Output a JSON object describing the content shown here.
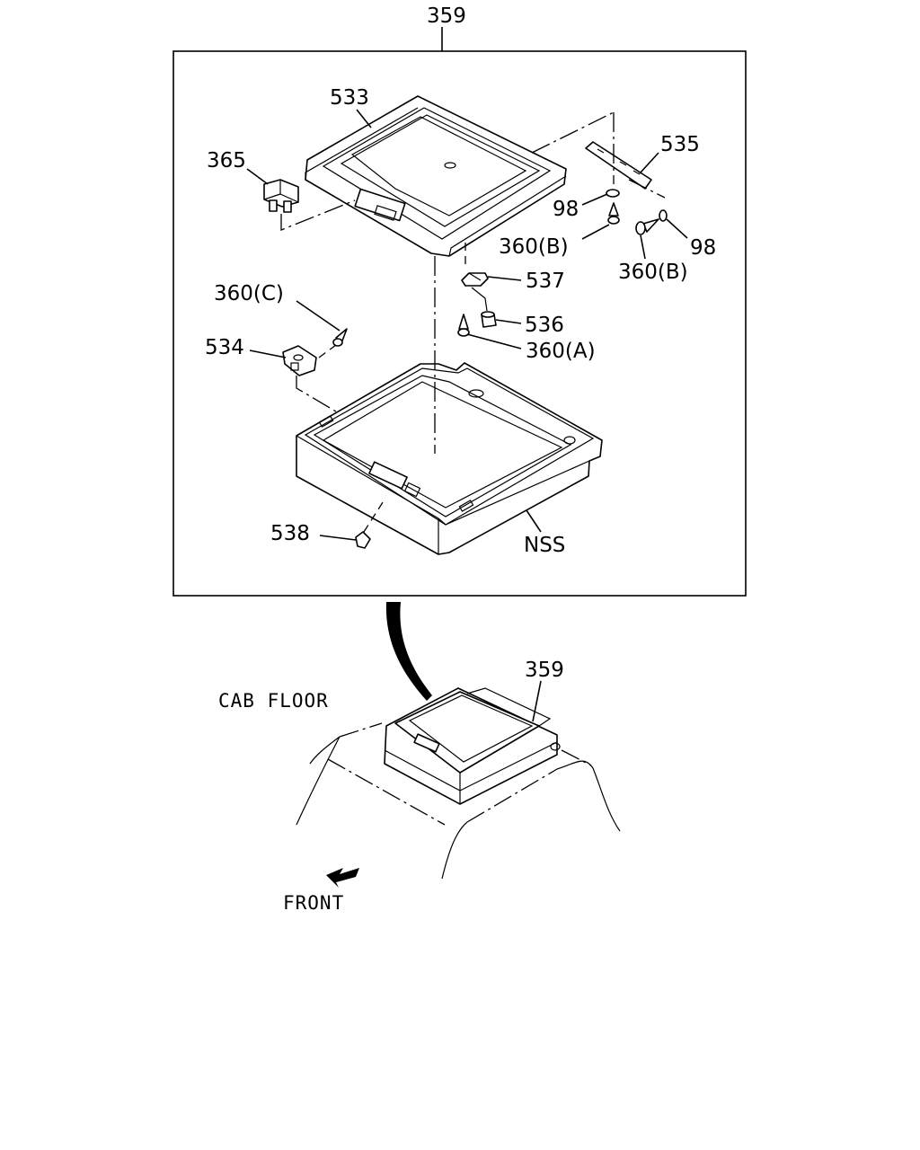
{
  "assembly": {
    "top_callout": "359",
    "labels": {
      "p533": "533",
      "p365": "365",
      "p535": "535",
      "p98a": "98",
      "p98b": "98",
      "p360b_1": "360(B)",
      "p360b_2": "360(B)",
      "p537": "537",
      "p360c": "360(C)",
      "p536": "536",
      "p534": "534",
      "p360a": "360(A)",
      "p538": "538",
      "pnss": "NSS"
    }
  },
  "location_view": {
    "callout": "359",
    "cab_floor_label": "CAB FLOOR",
    "front_label": "FRONT"
  }
}
